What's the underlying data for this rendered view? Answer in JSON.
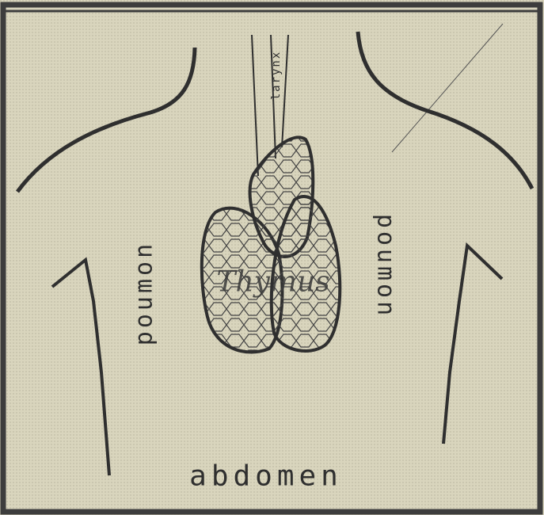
{
  "labels": {
    "larynx": "larynx",
    "thymus": "Thymus",
    "poumon_left": "poumon",
    "poumon_right": "poumon",
    "abdomen": "abdomen"
  },
  "colors": {
    "paper": "#d9d5bd",
    "ink": "#2f2f2f",
    "border": "#3d3d3d"
  }
}
